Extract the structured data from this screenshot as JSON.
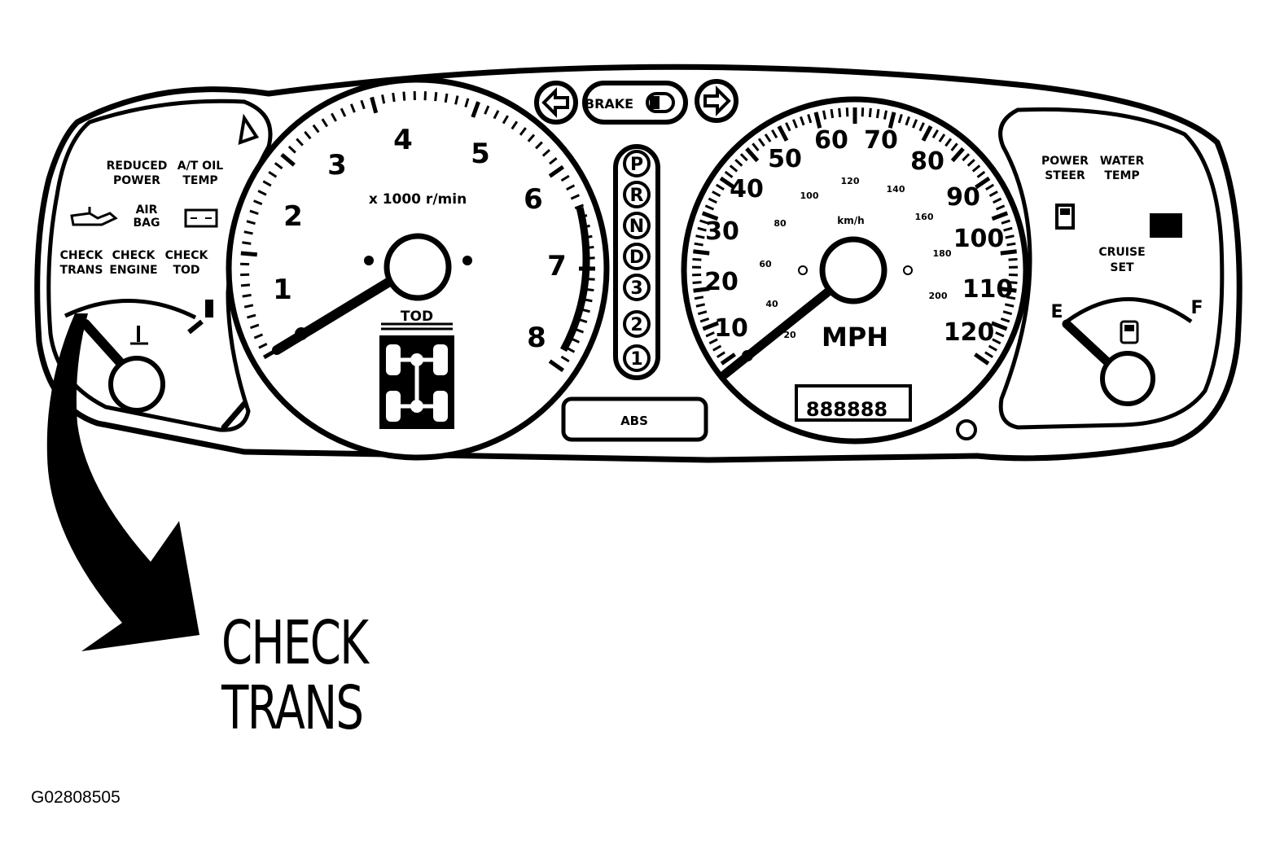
{
  "left_panel": {
    "warning_labels": [
      {
        "line1": "REDUCED",
        "line2": "POWER"
      },
      {
        "line1": "A/T OIL",
        "line2": "TEMP"
      },
      {
        "line1": "CHECK",
        "line2": "TRANS"
      },
      {
        "line1": "CHECK",
        "line2": "ENGINE"
      },
      {
        "line1": "CHECK",
        "line2": "TOD"
      }
    ],
    "low_air_label_line1": "AIR",
    "low_air_label_line2": "BAG",
    "icons": [
      "seatbelt-chime-icon",
      "oil-can-icon",
      "battery-icon",
      "coolant-temp-icon"
    ]
  },
  "tachometer": {
    "scale_numbers": [
      "1",
      "2",
      "3",
      "4",
      "5",
      "6",
      "7",
      "8"
    ],
    "unit_label": "x 1000 r/min",
    "tod_label": "TOD"
  },
  "center": {
    "brake_label": "BRAKE",
    "abs_label": "ABS",
    "gear_positions": [
      "P",
      "R",
      "N",
      "D",
      "3",
      "2",
      "1"
    ]
  },
  "speedometer": {
    "mph_numbers": [
      "10",
      "20",
      "30",
      "40",
      "50",
      "60",
      "70",
      "80",
      "90",
      "100",
      "110",
      "120"
    ],
    "kmh_numbers": [
      "20",
      "40",
      "60",
      "80",
      "100",
      "120",
      "140",
      "160",
      "180",
      "200"
    ],
    "kmh_label": "km/h",
    "mph_label": "MPH",
    "odometer": "888888"
  },
  "right_panel": {
    "warning_labels": [
      {
        "line1": "POWER",
        "line2": "STEER"
      },
      {
        "line1": "WATER",
        "line2": "TEMP"
      },
      {
        "line1": "CRUISE",
        "line2": "SET"
      }
    ],
    "fuel_empty": "E",
    "fuel_full": "F"
  },
  "callout": {
    "line1": "CHECK",
    "line2": "TRANS"
  },
  "figure_id": "G02808505"
}
